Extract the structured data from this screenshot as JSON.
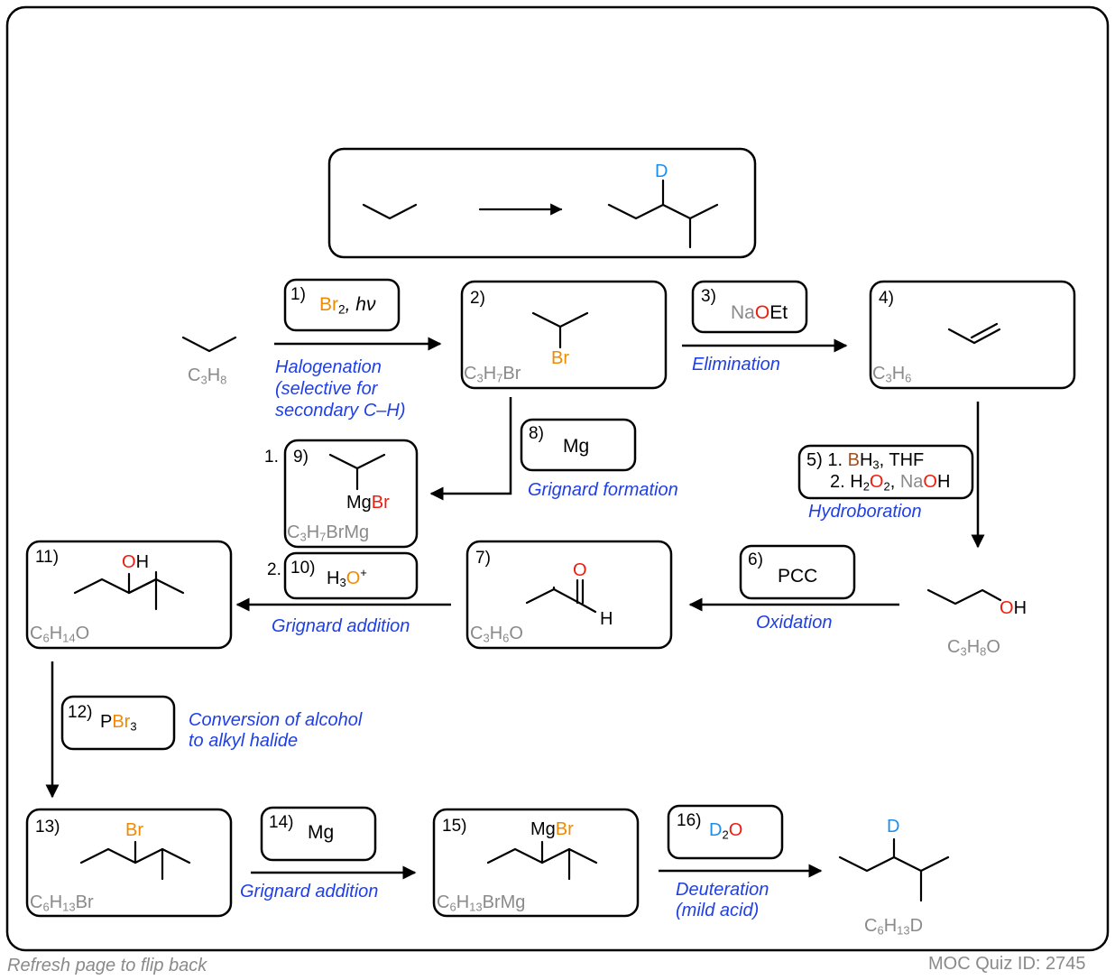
{
  "target": {
    "d_label": "D"
  },
  "steps": {
    "s1": {
      "num": "1)",
      "reagent_a": "Br",
      "reagent_a_sub": "2",
      "reagent_b": ", hν",
      "type": "Halogenation",
      "type_l2": "(selective for",
      "type_l3": "secondary C–H)"
    },
    "s2": {
      "num": "2)",
      "atom": "Br",
      "formula": "C",
      "f_sub1": "3",
      "f_mid": "H",
      "f_sub2": "7",
      "f_end": "Br"
    },
    "s3": {
      "num": "3)",
      "reagent_na": "Na",
      "reagent_o": "O",
      "reagent_et": "Et",
      "type": "Elimination"
    },
    "s4": {
      "num": "4)",
      "formula": "C",
      "f_sub1": "3",
      "f_mid": "H",
      "f_sub2": "6"
    },
    "s5": {
      "num": "5) 1.",
      "b": "B",
      "h3": "H",
      "h3_sub": "3",
      "thf": ", THF",
      "line2_prefix": "2. H",
      "h2_sub": "2",
      "o": "O",
      "o_sub": "2",
      "comma": ", ",
      "na": "Na",
      "oh_o": "O",
      "oh_h": "H",
      "type": "Hydroboration"
    },
    "s6": {
      "num": "6)",
      "reagent": "PCC",
      "type": "Oxidation"
    },
    "s7": {
      "num": "7)",
      "o": "O",
      "h": "H",
      "formula": "C",
      "f_sub1": "3",
      "f_mid": "H",
      "f_sub2": "6",
      "f_end": "O"
    },
    "s8": {
      "num": "8)",
      "reagent": "Mg",
      "type": "Grignard formation"
    },
    "s9": {
      "prefix": "1.",
      "num": "9)",
      "mg": "Mg",
      "br": "Br",
      "formula": "C",
      "f_sub1": "3",
      "f_mid": "H",
      "f_sub2": "7",
      "f_end": "BrMg"
    },
    "s10": {
      "prefix": "2.",
      "num": "10)",
      "h": "H",
      "h_sub": "3",
      "o": "O",
      "plus": "+",
      "type": "Grignard addition"
    },
    "s11": {
      "num": "11)",
      "o": "O",
      "h": "H",
      "formula": "C",
      "f_sub1": "6",
      "f_mid": "H",
      "f_sub2": "14",
      "f_end": "O"
    },
    "s12": {
      "num": "12)",
      "p": "P",
      "br": "Br",
      "br_sub": "3",
      "type_l1": "Conversion of alcohol",
      "type_l2": "to alkyl halide"
    },
    "s13": {
      "num": "13)",
      "br": "Br",
      "formula": "C",
      "f_sub1": "6",
      "f_mid": "H",
      "f_sub2": "13",
      "f_end": "Br"
    },
    "s14": {
      "num": "14)",
      "reagent": "Mg",
      "type": "Grignard addition"
    },
    "s15": {
      "num": "15)",
      "mg": "Mg",
      "br": "Br",
      "formula": "C",
      "f_sub1": "6",
      "f_mid": "H",
      "f_sub2": "13",
      "f_end": "BrMg"
    },
    "s16": {
      "num": "16)",
      "d": "D",
      "d_sub": "2",
      "o": "O",
      "type_l1": "Deuteration",
      "type_l2": "(mild acid)"
    }
  },
  "start": {
    "formula": "C",
    "f_sub1": "3",
    "f_mid": "H",
    "f_sub2": "8"
  },
  "propanol": {
    "o": "O",
    "h": "H",
    "formula": "C",
    "f_sub1": "3",
    "f_mid": "H",
    "f_sub2": "8",
    "f_end": "O"
  },
  "final": {
    "d": "D",
    "formula": "C",
    "f_sub1": "6",
    "f_mid": "H",
    "f_sub2": "13",
    "f_end": "D"
  },
  "footer": {
    "left": "Refresh page to flip back",
    "right": "MOC Quiz ID: 2745"
  },
  "colors": {
    "text": "#000000",
    "blue": "#1f3fe6",
    "orange": "#f08a00",
    "red": "#ee1c0e",
    "gray": "#8a8a8a",
    "brown": "#a0501e",
    "deuterium": "#1b8ff0"
  }
}
